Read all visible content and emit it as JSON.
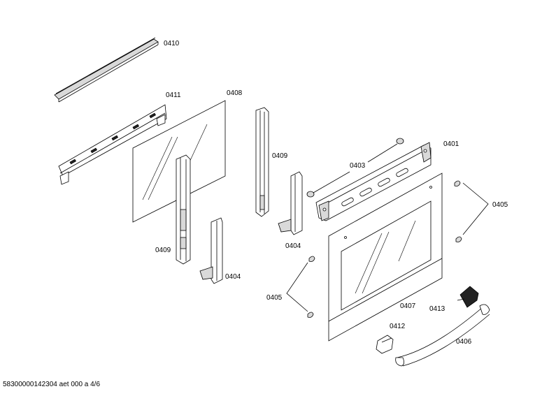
{
  "parts": [
    {
      "id": "p0410",
      "label": "0410"
    },
    {
      "id": "p0411",
      "label": "0411"
    },
    {
      "id": "p0408",
      "label": "0408"
    },
    {
      "id": "p0409a",
      "label": "0409"
    },
    {
      "id": "p0409b",
      "label": "0409"
    },
    {
      "id": "p0404a",
      "label": "0404"
    },
    {
      "id": "p0404b",
      "label": "0404"
    },
    {
      "id": "p0403",
      "label": "0403"
    },
    {
      "id": "p0401",
      "label": "0401"
    },
    {
      "id": "p0405a",
      "label": "0405"
    },
    {
      "id": "p0405b",
      "label": "0405"
    },
    {
      "id": "p0407",
      "label": "0407"
    },
    {
      "id": "p0413",
      "label": "0413"
    },
    {
      "id": "p0412",
      "label": "0412"
    },
    {
      "id": "p0406",
      "label": "0406"
    }
  ],
  "footer": "58300000142304 aet 000 a 4/6"
}
